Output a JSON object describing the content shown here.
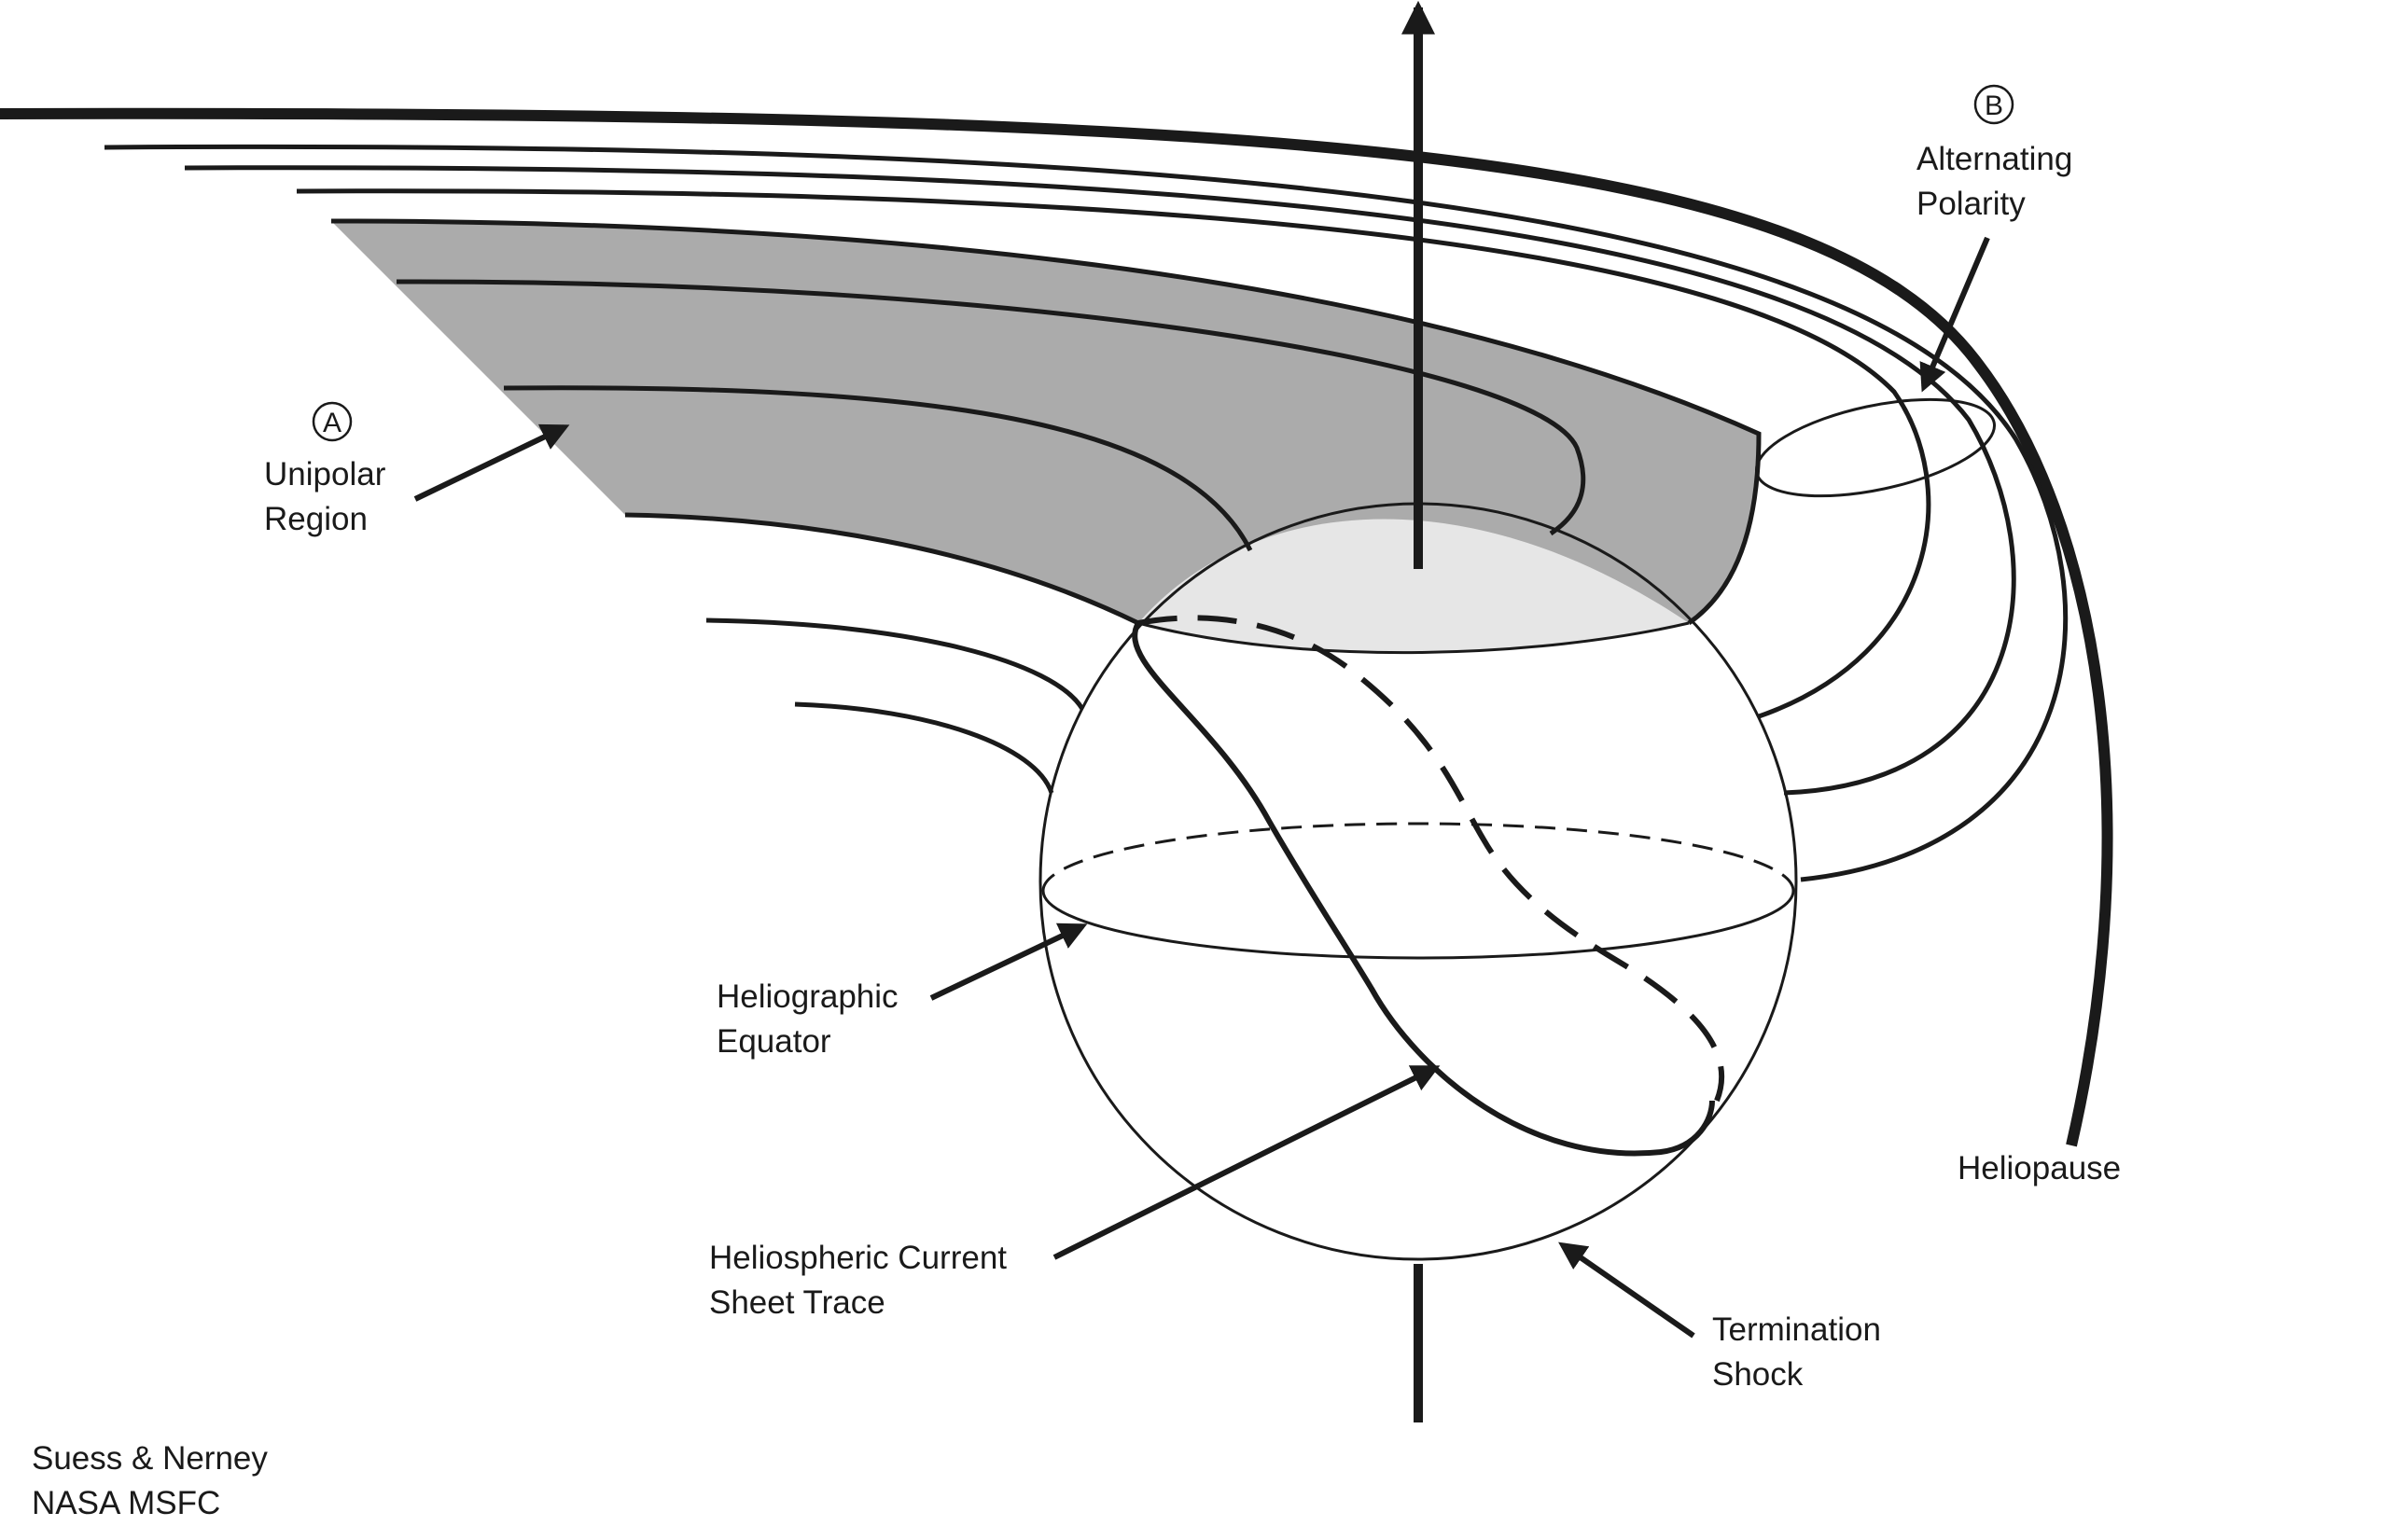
{
  "labels": {
    "region_a_marker": "A",
    "region_a_line1": "Unipolar",
    "region_a_line2": "Region",
    "region_b_marker": "B",
    "region_b_line1": "Alternating",
    "region_b_line2": "Polarity",
    "equator_line1": "Heliographic",
    "equator_line2": "Equator",
    "current_sheet_line1": "Heliospheric Current",
    "current_sheet_line2": "Sheet Trace",
    "heliopause": "Heliopause",
    "termination_line1": "Termination",
    "termination_line2": "Shock"
  },
  "credit": {
    "line1": "Suess & Nerney",
    "line2": "NASA MSFC"
  },
  "colors": {
    "line": "#1a1a1a",
    "unipolar_fill": "#ababab",
    "polar_cap_fill": "#e6e6e6",
    "background": "#ffffff"
  }
}
